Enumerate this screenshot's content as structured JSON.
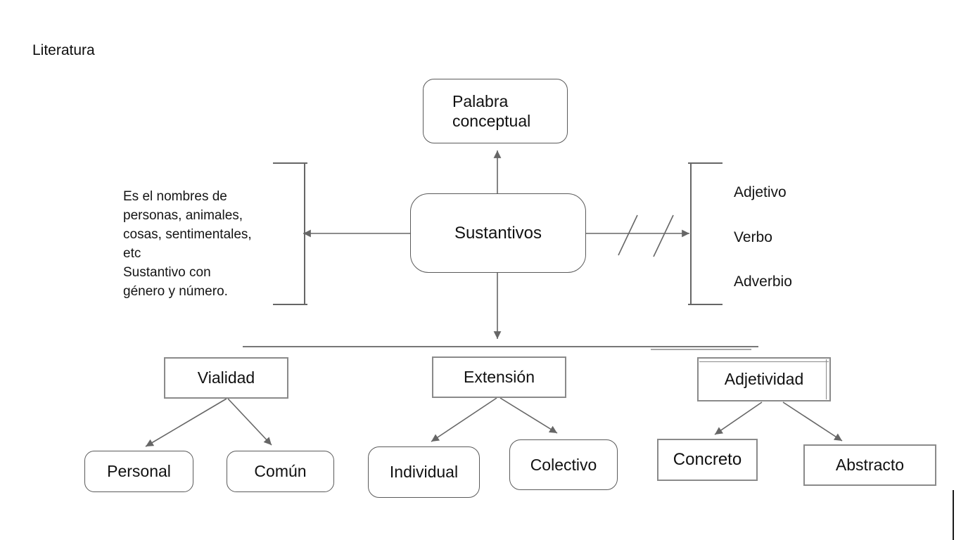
{
  "header": {
    "title": "Literatura"
  },
  "colors": {
    "background": "#ffffff",
    "connector": "#666666",
    "rounded_box_border": "#5a5a5a",
    "rect_box_border": "#8a8a8a",
    "text": "#111111"
  },
  "diagram": {
    "top_node": {
      "label": "Palabra\nconceptual"
    },
    "root_node": {
      "label": "Sustantivos"
    },
    "left_note": {
      "text": "Es el nombres de\npersonas, animales,\ncosas, sentimentales,\netc\nSustantivo con\ngénero y número."
    },
    "right_list": {
      "items": [
        "Adjetivo",
        "Verbo",
        "Adverbio"
      ]
    },
    "branches": [
      {
        "label": "Vialidad",
        "children": [
          "Personal",
          "Común"
        ]
      },
      {
        "label": "Extensión",
        "children": [
          "Individual",
          "Colectivo"
        ]
      },
      {
        "label": "Adjetividad",
        "children": [
          "Concreto",
          "Abstracto"
        ]
      }
    ]
  }
}
